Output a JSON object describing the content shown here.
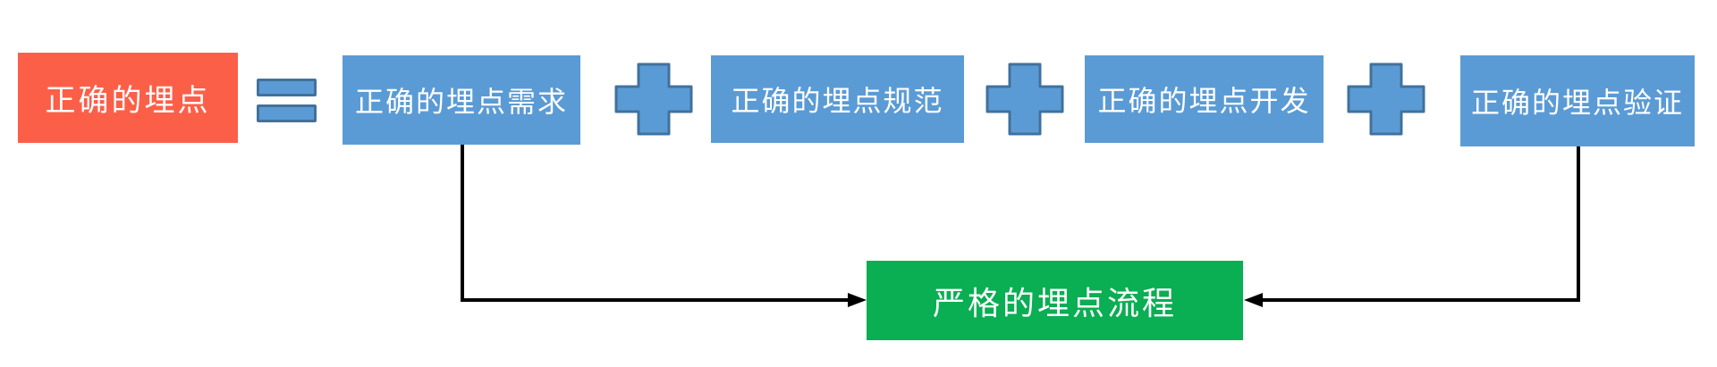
{
  "diagram": {
    "background_color": "#FFFFFF",
    "result": {
      "label": "正确的埋点",
      "fill_color": "#FC5F48",
      "text_color": "#FFFFFF"
    },
    "operators": {
      "equals_glyph": "=",
      "plus_glyph": "+",
      "fill_color": "#5B9BD5",
      "border_color": "#41719C"
    },
    "terms": [
      {
        "label": "正确的埋点需求",
        "fill_color": "#5B9BD5",
        "text_color": "#FFFFFF"
      },
      {
        "label": "正确的埋点规范",
        "fill_color": "#5B9BD5",
        "text_color": "#FFFFFF"
      },
      {
        "label": "正确的埋点开发",
        "fill_color": "#5B9BD5",
        "text_color": "#FFFFFF"
      },
      {
        "label": "正确的埋点验证",
        "fill_color": "#5B9BD5",
        "text_color": "#FFFFFF"
      }
    ],
    "outcome": {
      "label": "严格的埋点流程",
      "fill_color": "#0AAE53",
      "text_color": "#FFFFFF"
    },
    "connectors": {
      "color": "#000000",
      "links": [
        {
          "from": "正确的埋点需求",
          "to": "严格的埋点流程"
        },
        {
          "from": "正确的埋点验证",
          "to": "严格的埋点流程"
        }
      ]
    }
  }
}
